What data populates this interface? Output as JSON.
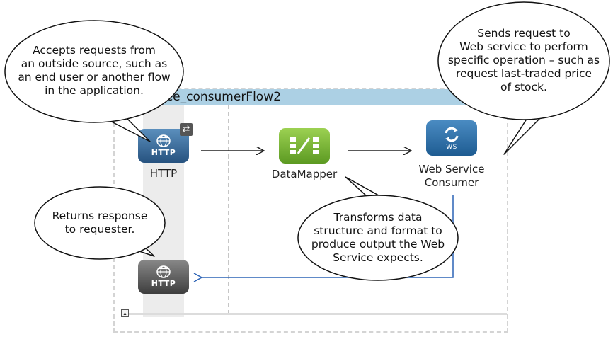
{
  "flow": {
    "title": "eb_service_consumerFlow2"
  },
  "components": {
    "http_inbound": {
      "label": "HTTP",
      "icon_text": "HTTP",
      "icon": "globe-icon"
    },
    "http_response": {
      "icon_text": "HTTP",
      "icon": "globe-icon"
    },
    "data_mapper": {
      "label": "DataMapper",
      "icon": "data-mapper-icon"
    },
    "web_service_consumer": {
      "label_line1": "Web Service",
      "label_line2": "Consumer",
      "icon_text": "WS",
      "icon": "web-service-icon"
    },
    "sync_badge_icon": "exchange-pattern-icon",
    "collapse_icon": "collapse-toggle-icon"
  },
  "callouts": {
    "http_inbound": {
      "lines": [
        "Accepts requests from",
        "an outside source, such as",
        "an end user or another flow",
        "in the application."
      ]
    },
    "web_service_consumer": {
      "lines": [
        "Sends request to",
        "Web service to perform",
        "specific operation – such as",
        "request last-traded price",
        "of stock."
      ]
    },
    "http_response": {
      "lines": [
        "Returns response",
        "to requester."
      ]
    },
    "data_mapper": {
      "lines": [
        "Transforms data",
        "structure and format to",
        "produce output the Web",
        "Service expects."
      ]
    }
  },
  "colors": {
    "flow_header": "#acd0e4",
    "http_blue": "#3a6c9c",
    "http_gray": "#5a5a5a",
    "data_mapper_green": "#7cb83a",
    "web_service_blue": "#2f74ad",
    "response_arrow": "#2c63b5"
  }
}
